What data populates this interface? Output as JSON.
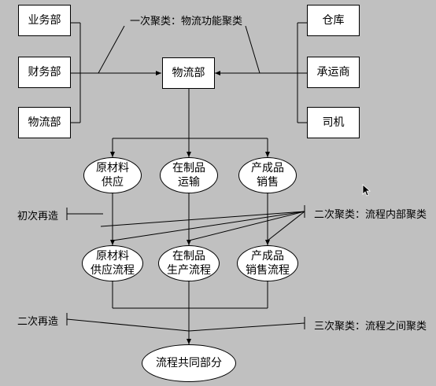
{
  "nodes": {
    "business": "业务部",
    "finance": "财务部",
    "logistics_left": "物流部",
    "logistics_center": "物流部",
    "warehouse": "仓库",
    "carrier": "承运商",
    "driver": "司机",
    "raw_supply": "原材料\n供应",
    "wip_transport": "在制品\n运输",
    "product_sales": "产成品\n销售",
    "raw_supply_process": "原材料\n供应流程",
    "wip_production_process": "在制品\n生产流程",
    "product_sales_process": "产成品\n销售流程",
    "common_part": "流程共同部分"
  },
  "labels": {
    "first_cluster": "一次聚类：物流功能聚类",
    "first_reengineering": "初次再造",
    "second_cluster": "二次聚类：流程内部聚类",
    "second_reengineering": "二次再造",
    "third_cluster": "三次聚类：流程之间聚类"
  }
}
